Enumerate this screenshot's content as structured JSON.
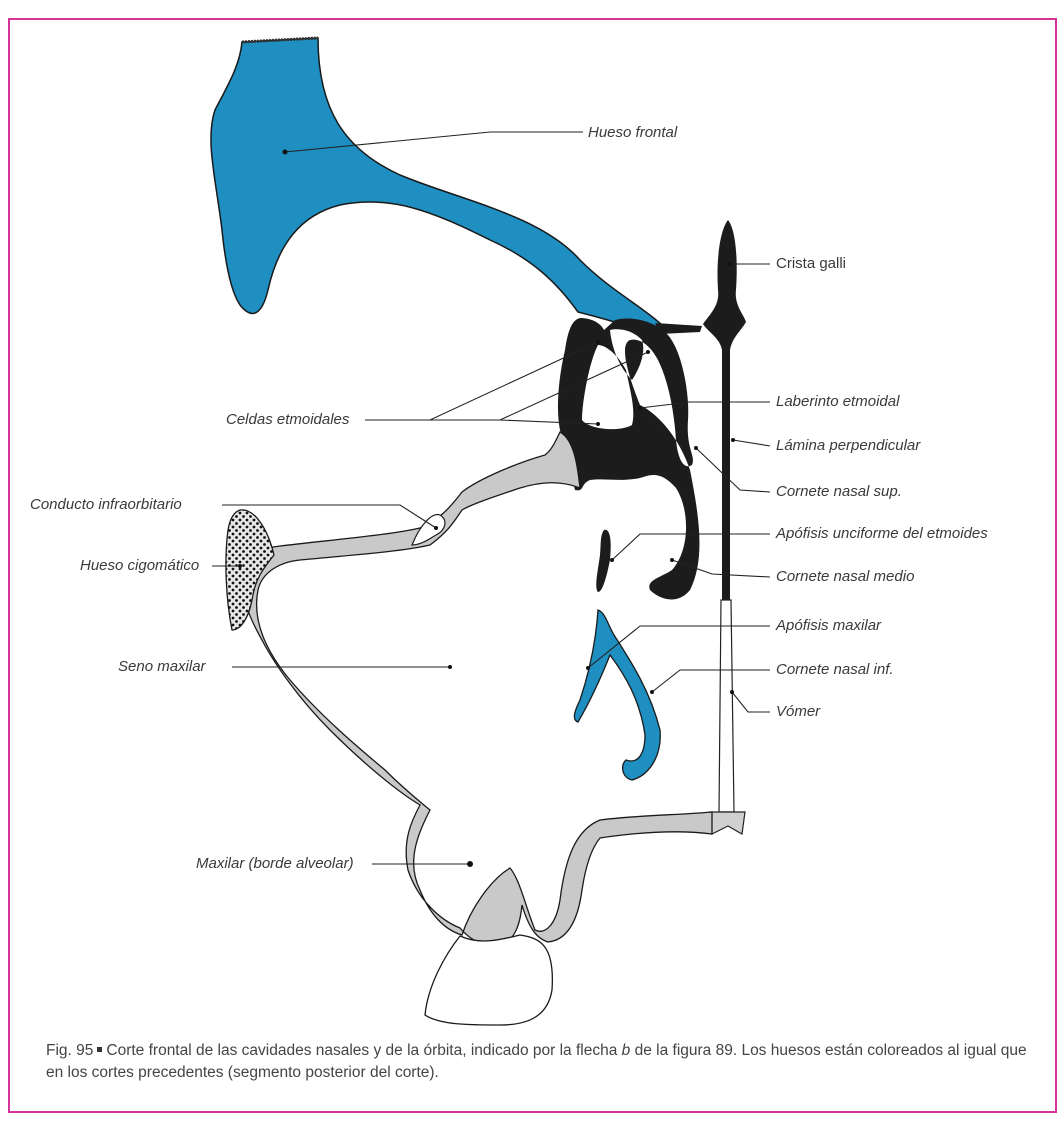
{
  "colors": {
    "frame": "#d6339a",
    "blue_bone": "#1f8fc2",
    "gray_bone": "#c9c9c9",
    "black_bone": "#1c1c1c",
    "zygomatic_dots": "#d6d6d6"
  },
  "labels": {
    "hueso_frontal": "Hueso frontal",
    "crista_galli": "Crista galli",
    "laberinto_etmoidal": "Laberinto etmoidal",
    "celdas_etmoidales": "Celdas etmoidales",
    "lamina_perpendicular": "Lámina perpendicular",
    "cornete_sup": "Cornete nasal sup.",
    "conducto_infraorbitario": "Conducto infraorbitario",
    "apofisis_unciforme": "Apófisis unciforme del etmoides",
    "hueso_cigomatico": "Hueso cigomático",
    "cornete_medio": "Cornete nasal medio",
    "apofisis_maxilar": "Apófisis maxilar",
    "seno_maxilar": "Seno maxilar",
    "cornete_inf": "Cornete nasal inf.",
    "vomer": "Vómer",
    "maxilar": "Maxilar (borde alveolar)"
  },
  "caption": {
    "prefix": "Fig. 95",
    "text_1": "Corte frontal de las cavidades nasales y de la órbita, indicado por la flecha",
    "italic_b": "b",
    "text_2": "de la figura 89. Los huesos están coloreados al igual que en los cortes precedentes (segmento posterior del corte)."
  }
}
